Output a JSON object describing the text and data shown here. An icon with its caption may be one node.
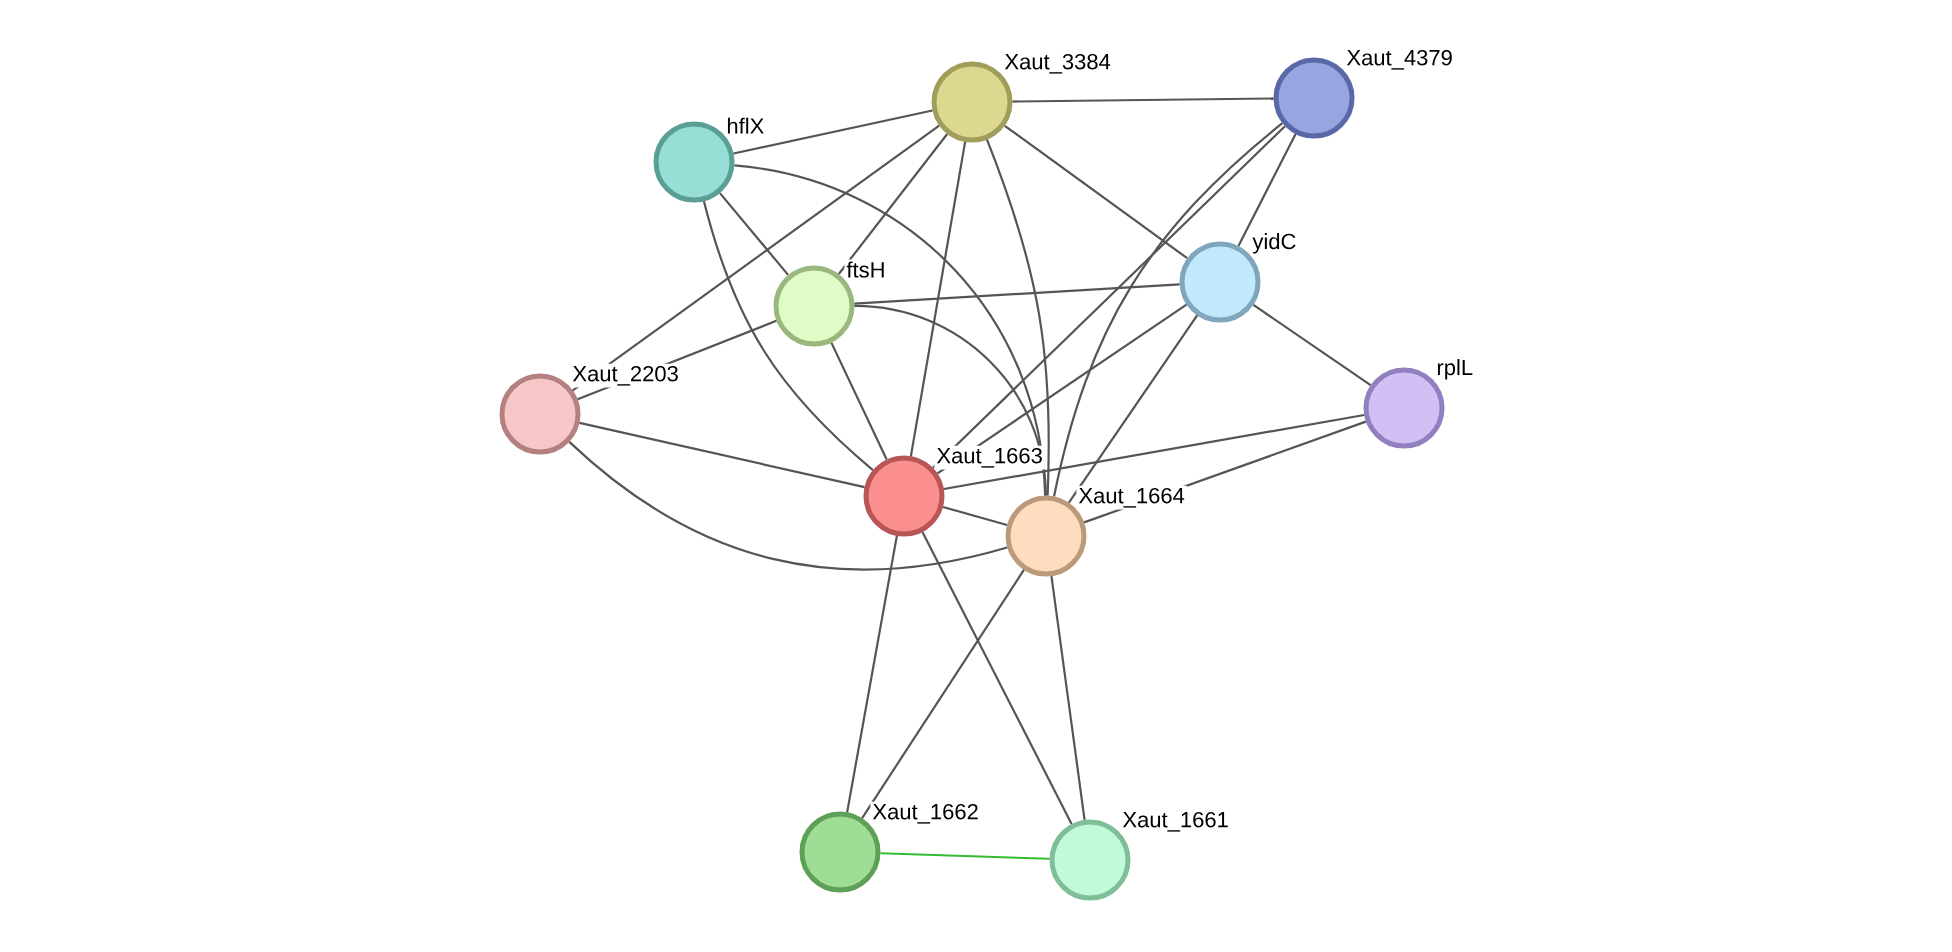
{
  "diagram": {
    "nodes": [
      {
        "text": [
          "Xaut_3384"
        ]
      },
      {
        "text": [
          "Xaut_4379"
        ]
      },
      {
        "text": [
          "hflX"
        ]
      },
      {
        "text": [
          "yidC"
        ]
      },
      {
        "text": [
          "ftsH"
        ]
      },
      {
        "text": [
          "rplL"
        ]
      },
      {
        "text": [
          "Xaut_2203"
        ]
      },
      {
        "text": [
          "Xaut_1663"
        ]
      },
      {
        "text": [
          "Xaut_1664"
        ]
      },
      {
        "text": [
          "Xaut_1662"
        ]
      },
      {
        "text": [
          "Xaut_1661"
        ]
      }
    ],
    "edges": [
      {
        "from": 0,
        "to": 1,
        "arrow": "none"
      },
      {
        "from": 0,
        "to": 2,
        "arrow": "none"
      },
      {
        "from": 0,
        "to": 4,
        "arrow": "none"
      },
      {
        "from": 0,
        "to": 6,
        "arrow": "none"
      },
      {
        "from": 0,
        "to": 7,
        "arrow": "none"
      },
      {
        "from": 0,
        "to": 8,
        "arrow": "none"
      },
      {
        "from": 0,
        "to": 3,
        "arrow": "none"
      },
      {
        "from": 1,
        "to": 3,
        "arrow": "none"
      },
      {
        "from": 1,
        "to": 7,
        "arrow": "none"
      },
      {
        "from": 1,
        "to": 8,
        "arrow": "none"
      },
      {
        "from": 2,
        "to": 4,
        "arrow": "none"
      },
      {
        "from": 2,
        "to": 7,
        "arrow": "none"
      },
      {
        "from": 2,
        "to": 8,
        "arrow": "none"
      },
      {
        "from": 4,
        "to": 3,
        "arrow": "none"
      },
      {
        "from": 4,
        "to": 6,
        "arrow": "none"
      },
      {
        "from": 4,
        "to": 7,
        "arrow": "none"
      },
      {
        "from": 4,
        "to": 8,
        "arrow": "none"
      },
      {
        "from": 3,
        "to": 7,
        "arrow": "none"
      },
      {
        "from": 3,
        "to": 8,
        "arrow": "none"
      },
      {
        "from": 3,
        "to": 5,
        "arrow": "none"
      },
      {
        "from": 6,
        "to": 7,
        "arrow": "none"
      },
      {
        "from": 6,
        "to": 8,
        "arrow": "none"
      },
      {
        "from": 5,
        "to": 7,
        "arrow": "none"
      },
      {
        "from": 5,
        "to": 8,
        "arrow": "none"
      },
      {
        "from": 7,
        "to": 8,
        "arrow": "none"
      },
      {
        "from": 7,
        "to": 9,
        "arrow": "none"
      },
      {
        "from": 7,
        "to": 10,
        "arrow": "none"
      },
      {
        "from": 8,
        "to": 9,
        "arrow": "none"
      },
      {
        "from": 8,
        "to": 10,
        "arrow": "none"
      },
      {
        "from": 9,
        "to": 10,
        "arrow": "none",
        "color": "#33bb33"
      }
    ]
  }
}
